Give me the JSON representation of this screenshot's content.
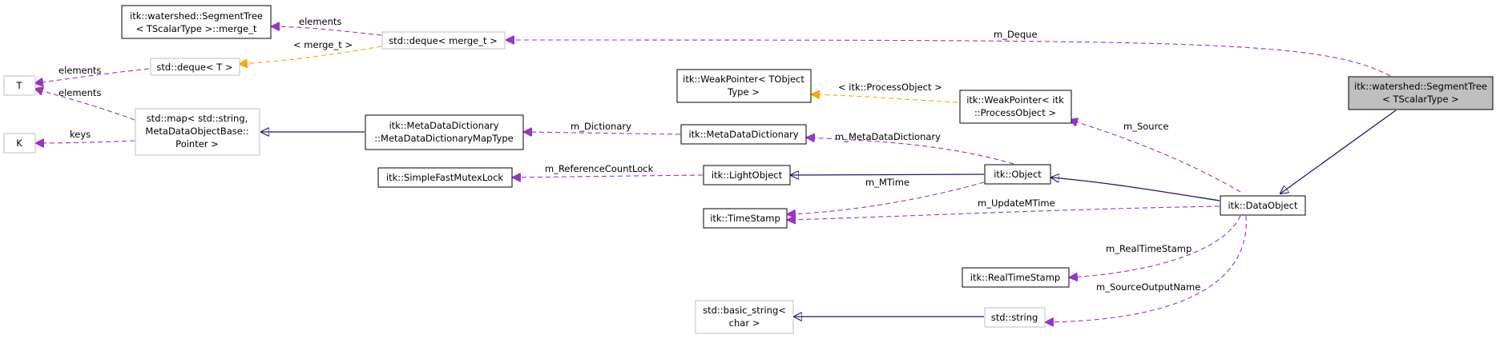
{
  "nodes": {
    "segment_tree_main": {
      "lines": [
        "itk::watershed::SegmentTree",
        "< TScalarType >"
      ],
      "style": "highlight"
    },
    "merge_t": {
      "lines": [
        "itk::watershed::SegmentTree",
        "< TScalarType >::merge_t"
      ],
      "style": "solid"
    },
    "deque_merge_t": {
      "lines": [
        "std::deque< merge_t >"
      ],
      "style": "gray"
    },
    "deque_T": {
      "lines": [
        "std::deque< T >"
      ],
      "style": "gray"
    },
    "T": {
      "lines": [
        "T"
      ],
      "style": "gray"
    },
    "K": {
      "lines": [
        "K"
      ],
      "style": "gray"
    },
    "std_map": {
      "lines": [
        "std::map< std::string,",
        "MetaDataObjectBase::",
        "Pointer >"
      ],
      "style": "gray"
    },
    "mdd_maptype": {
      "lines": [
        "itk::MetaDataDictionary",
        "::MetaDataDictionaryMapType"
      ],
      "style": "solid"
    },
    "mdd": {
      "lines": [
        "itk::MetaDataDictionary"
      ],
      "style": "solid"
    },
    "weakptr_tobject": {
      "lines": [
        "itk::WeakPointer< TObject",
        "Type >"
      ],
      "style": "solid"
    },
    "weakptr_process": {
      "lines": [
        "itk::WeakPointer< itk",
        "::ProcessObject >"
      ],
      "style": "solid"
    },
    "object": {
      "lines": [
        "itk::Object"
      ],
      "style": "solid"
    },
    "light_object": {
      "lines": [
        "itk::LightObject"
      ],
      "style": "solid"
    },
    "mutex_lock": {
      "lines": [
        "itk::SimpleFastMutexLock"
      ],
      "style": "solid"
    },
    "timestamp": {
      "lines": [
        "itk::TimeStamp"
      ],
      "style": "solid"
    },
    "data_object": {
      "lines": [
        "itk::DataObject"
      ],
      "style": "solid"
    },
    "realtimestamp": {
      "lines": [
        "itk::RealTimeStamp"
      ],
      "style": "solid"
    },
    "basic_string": {
      "lines": [
        "std::basic_string<",
        "char >"
      ],
      "style": "gray"
    },
    "std_string": {
      "lines": [
        "std::string"
      ],
      "style": "gray"
    }
  },
  "edge_labels": {
    "elements_merge": "elements",
    "merge_t_tpl": "< merge_t >",
    "m_deque": "m_Deque",
    "elements_deque": "elements",
    "elements_map": "elements",
    "keys": "keys",
    "m_dictionary": "m_Dictionary",
    "process_tpl": "< itk::ProcessObject >",
    "m_source": "m_Source",
    "m_metadatadictionary": "m_MetaDataDictionary",
    "m_referencecountlock": "m_ReferenceCountLock",
    "m_mtime": "m_MTime",
    "m_updatemtime": "m_UpdateMTime",
    "m_realtimestamp": "m_RealTimeStamp",
    "m_sourceoutputname": "m_SourceOutputName"
  },
  "colors": {
    "inheritance": "#191970",
    "usage": "#9a32cd",
    "template": "#ffa500",
    "gray_border": "#bfbfbf",
    "highlight_fill": "#bfbfbf"
  }
}
